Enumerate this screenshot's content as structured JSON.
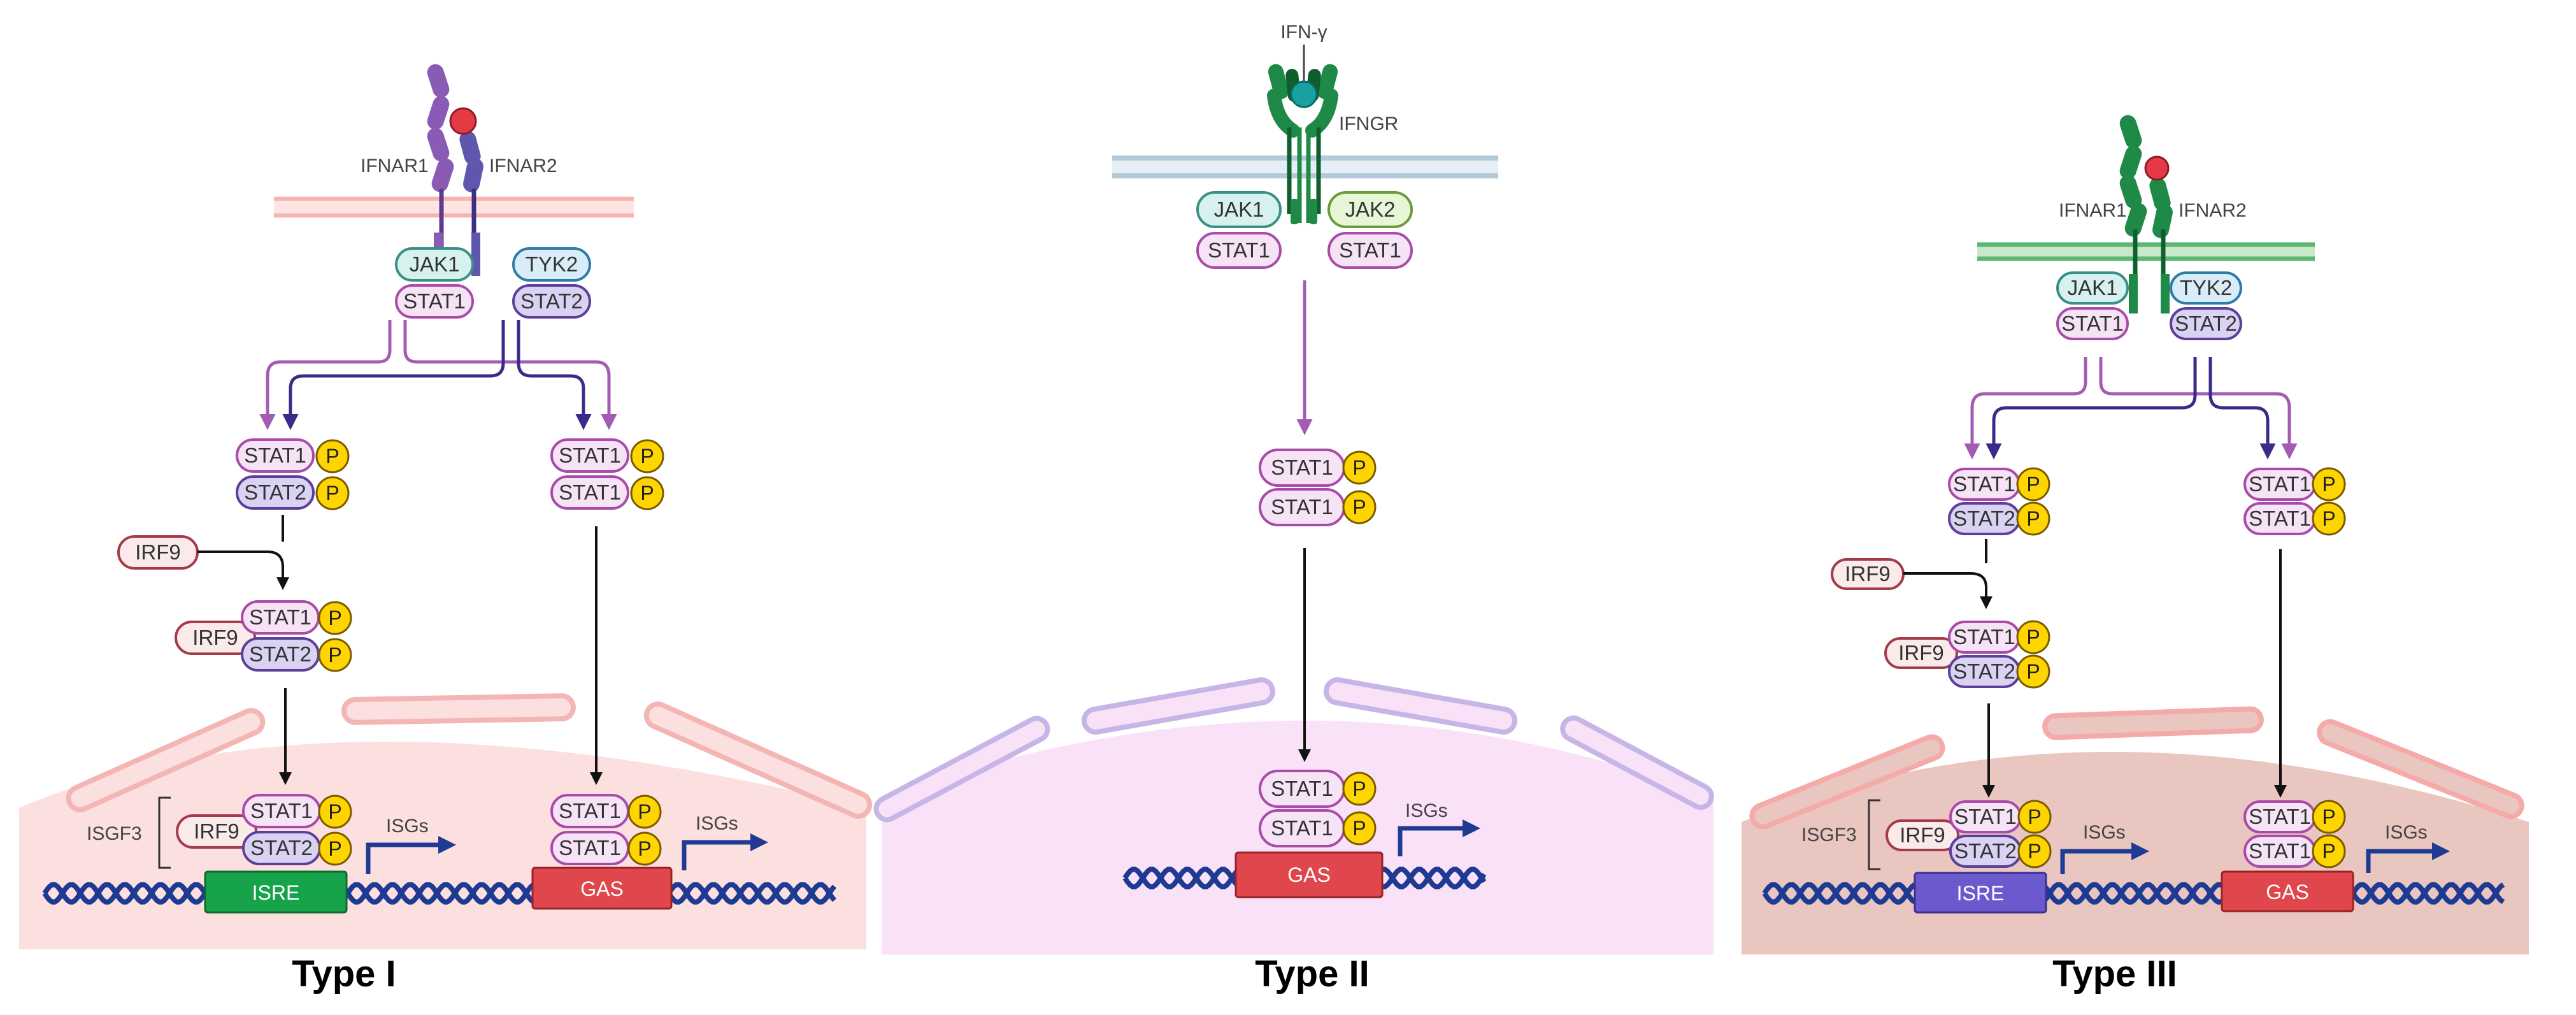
{
  "panels": [
    {
      "title": "Type I",
      "receptor_labels": [
        "IFNAR1",
        "IFNAR2"
      ],
      "kinases": [
        "JAK1",
        "TYK2"
      ],
      "stats_at_receptor": [
        "STAT1",
        "STAT2"
      ],
      "left_complex": [
        "STAT1",
        "STAT2"
      ],
      "right_complex": [
        "STAT1",
        "STAT1"
      ],
      "phospho": "P",
      "irf9": "IRF9",
      "isgf3": "ISGF3",
      "isgs": "ISGs",
      "promoters": [
        "ISRE",
        "GAS"
      ]
    },
    {
      "title": "Type II",
      "ligand": "IFN-γ",
      "receptor_label": "IFNGR",
      "kinases": [
        "JAK1",
        "JAK2"
      ],
      "stats_at_receptor": [
        "STAT1",
        "STAT1"
      ],
      "complex": [
        "STAT1",
        "STAT1"
      ],
      "phospho": "P",
      "isgs": "ISGs",
      "promoter": "GAS"
    },
    {
      "title": "Type III",
      "receptor_labels": [
        "IFNAR1",
        "IFNAR2"
      ],
      "kinases": [
        "JAK1",
        "TYK2"
      ],
      "stats_at_receptor": [
        "STAT1",
        "STAT2"
      ],
      "left_complex": [
        "STAT1",
        "STAT2"
      ],
      "right_complex": [
        "STAT1",
        "STAT1"
      ],
      "phospho": "P",
      "irf9": "IRF9",
      "isgf3": "ISGF3",
      "isgs": "ISGs",
      "promoters": [
        "ISRE",
        "GAS"
      ]
    }
  ],
  "colors": {
    "stat1": "#f7e3f6",
    "stat1_border": "#a94ba8",
    "stat2": "#d9d2f2",
    "stat2_border": "#5b3f9a",
    "jak": "#d7f2ee",
    "jak_border": "#3a8f87",
    "jak2": "#e8f6d8",
    "jak2_border": "#6a9a3a",
    "tyk2": "#d9edf8",
    "tyk2_border": "#2f7aa7",
    "irf9": "#fbeaea",
    "irf9_border": "#a33b4b",
    "phospho": "#ffd500",
    "isre_type1": "#17a34a",
    "isre_type3": "#6a5acd",
    "gas": "#e0474c",
    "dna": "#1f3a93",
    "purple_arrow": "#a25cb4",
    "dark_arrow": "#3b2a8a"
  }
}
